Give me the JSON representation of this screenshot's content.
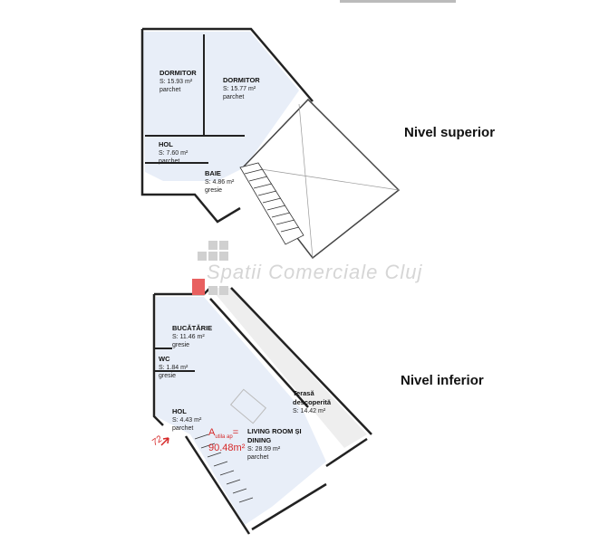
{
  "levels": {
    "upper": "Nivel superior",
    "lower": "Nivel inferior"
  },
  "watermark": "Spatii Comerciale Cluj",
  "upper_rooms": [
    {
      "name": "DORMITOR",
      "area": "S: 15.93 m²",
      "floor": "parchet"
    },
    {
      "name": "DORMITOR",
      "area": "S: 15.77 m²",
      "floor": "parchet"
    },
    {
      "name": "HOL",
      "area": "S: 7.60 m²",
      "floor": "parchet"
    },
    {
      "name": "BAIE",
      "area": "S: 4.86 m²",
      "floor": "gresie"
    }
  ],
  "lower_rooms": [
    {
      "name": "BUCĂTĂRIE",
      "area": "S: 11.46 m²",
      "floor": "gresie"
    },
    {
      "name": "WC",
      "area": "S: 1.84 m²",
      "floor": "gresie"
    },
    {
      "name": "HOL",
      "area": "S: 4.43 m²",
      "floor": "parchet"
    },
    {
      "name": "LIVING ROOM ȘI DINING",
      "area": "S: 28.59 m²",
      "floor": "parchet"
    },
    {
      "name": "Terasă descoperită",
      "area": "S: 14.42 m²",
      "floor": ""
    }
  ],
  "total_area": {
    "label": "A",
    "sub": "utila ap",
    "eq": "=",
    "value": "90.48m²"
  },
  "entry_mark": "72",
  "colors": {
    "room_fill": "#e8eef8",
    "wall": "#222222",
    "accent": "#d62828"
  }
}
